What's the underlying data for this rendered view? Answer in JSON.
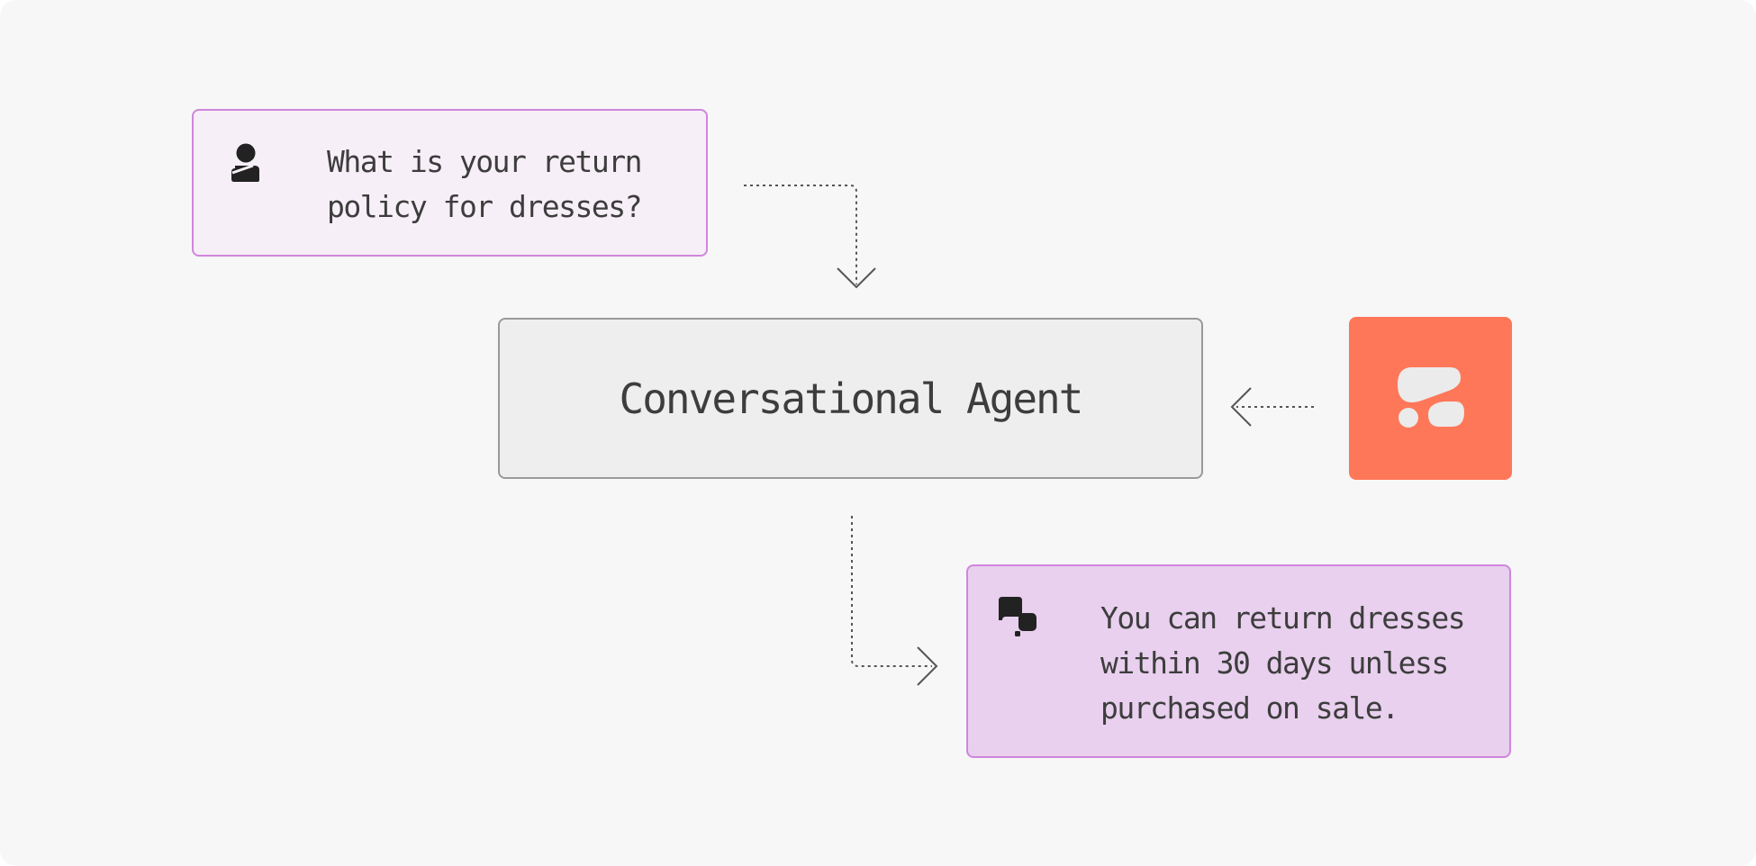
{
  "diagram": {
    "user_message": "What is your return\npolicy for dresses?",
    "agent_label": "Conversational Agent",
    "reply_message": "You can return dresses\nwithin 30 days unless\npurchased on sale.",
    "icons": {
      "user": "person-icon",
      "reply": "chat-bubbles-icon",
      "tool": "app-logo-icon"
    },
    "colors": {
      "canvas_background": "#f7f7f7",
      "user_box_fill": "#f7eff7",
      "user_box_border": "#cf86dc",
      "agent_box_fill": "#eeeeee",
      "agent_box_border": "#9a9a9a",
      "reply_box_fill": "#e9d0ee",
      "reply_box_border": "#cf86dc",
      "tool_tile_fill": "#ff7759",
      "tool_logo_fill": "#ebebeb",
      "text": "#3d3d3d",
      "icon": "#222222",
      "connector": "#555555"
    }
  }
}
